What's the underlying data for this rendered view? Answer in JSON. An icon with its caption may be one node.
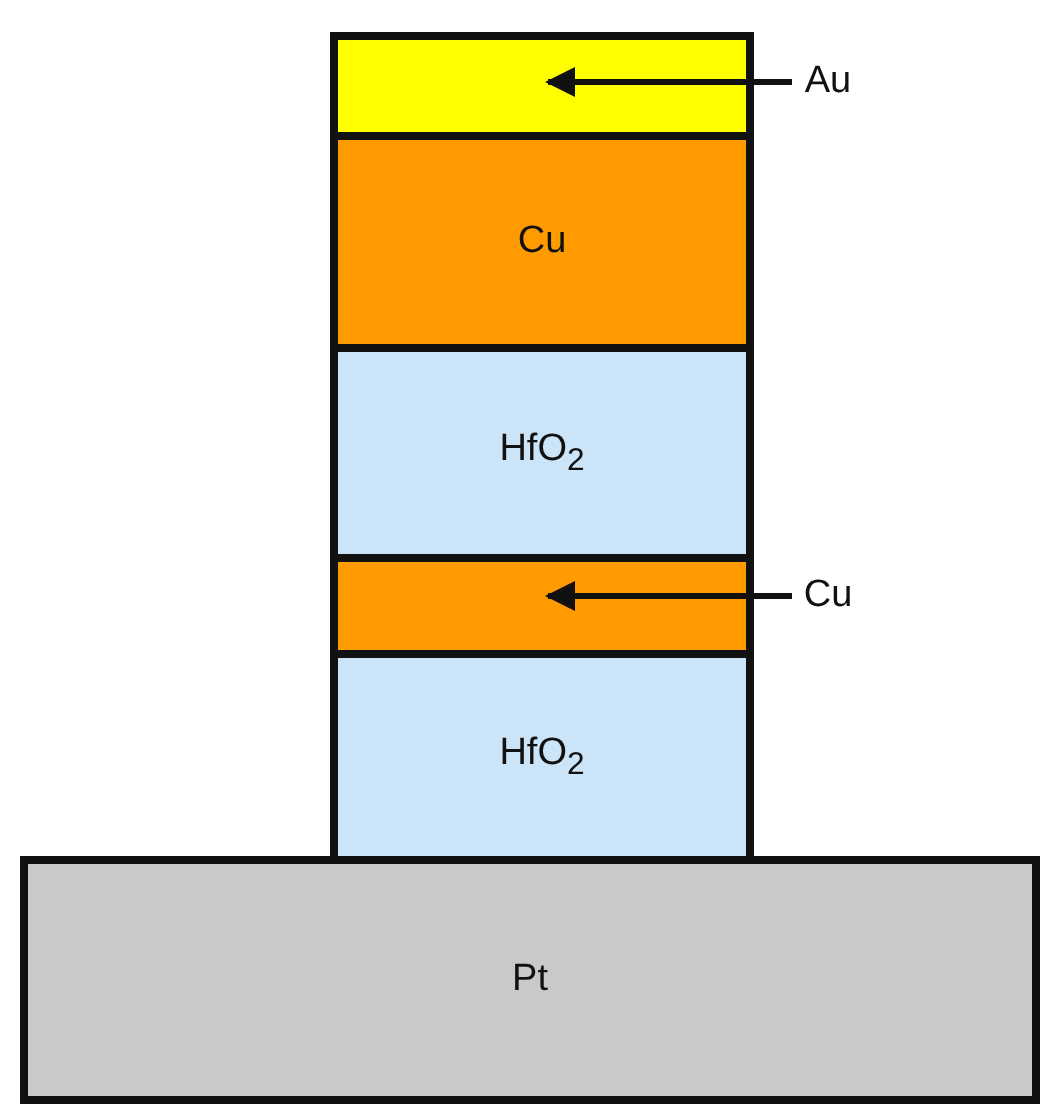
{
  "diagram": {
    "nodes": [
      {
        "text": [],
        "shape": "box"
      },
      {
        "text": [
          "Cu"
        ]
      },
      {
        "text": [
          "HfO$_{2}$"
        ]
      },
      {
        "text": [],
        "shape": "box"
      },
      {
        "text": [
          "HfO$_{2}$"
        ]
      },
      {
        "text": [
          "Pt"
        ]
      },
      {
        "text": [
          "Au"
        ]
      },
      {
        "text": [
          "Cu"
        ]
      }
    ],
    "edges": [
      {
        "from": 6,
        "to": 0,
        "arrow": "to"
      },
      {
        "from": 7,
        "to": 3,
        "arrow": "to"
      }
    ]
  }
}
